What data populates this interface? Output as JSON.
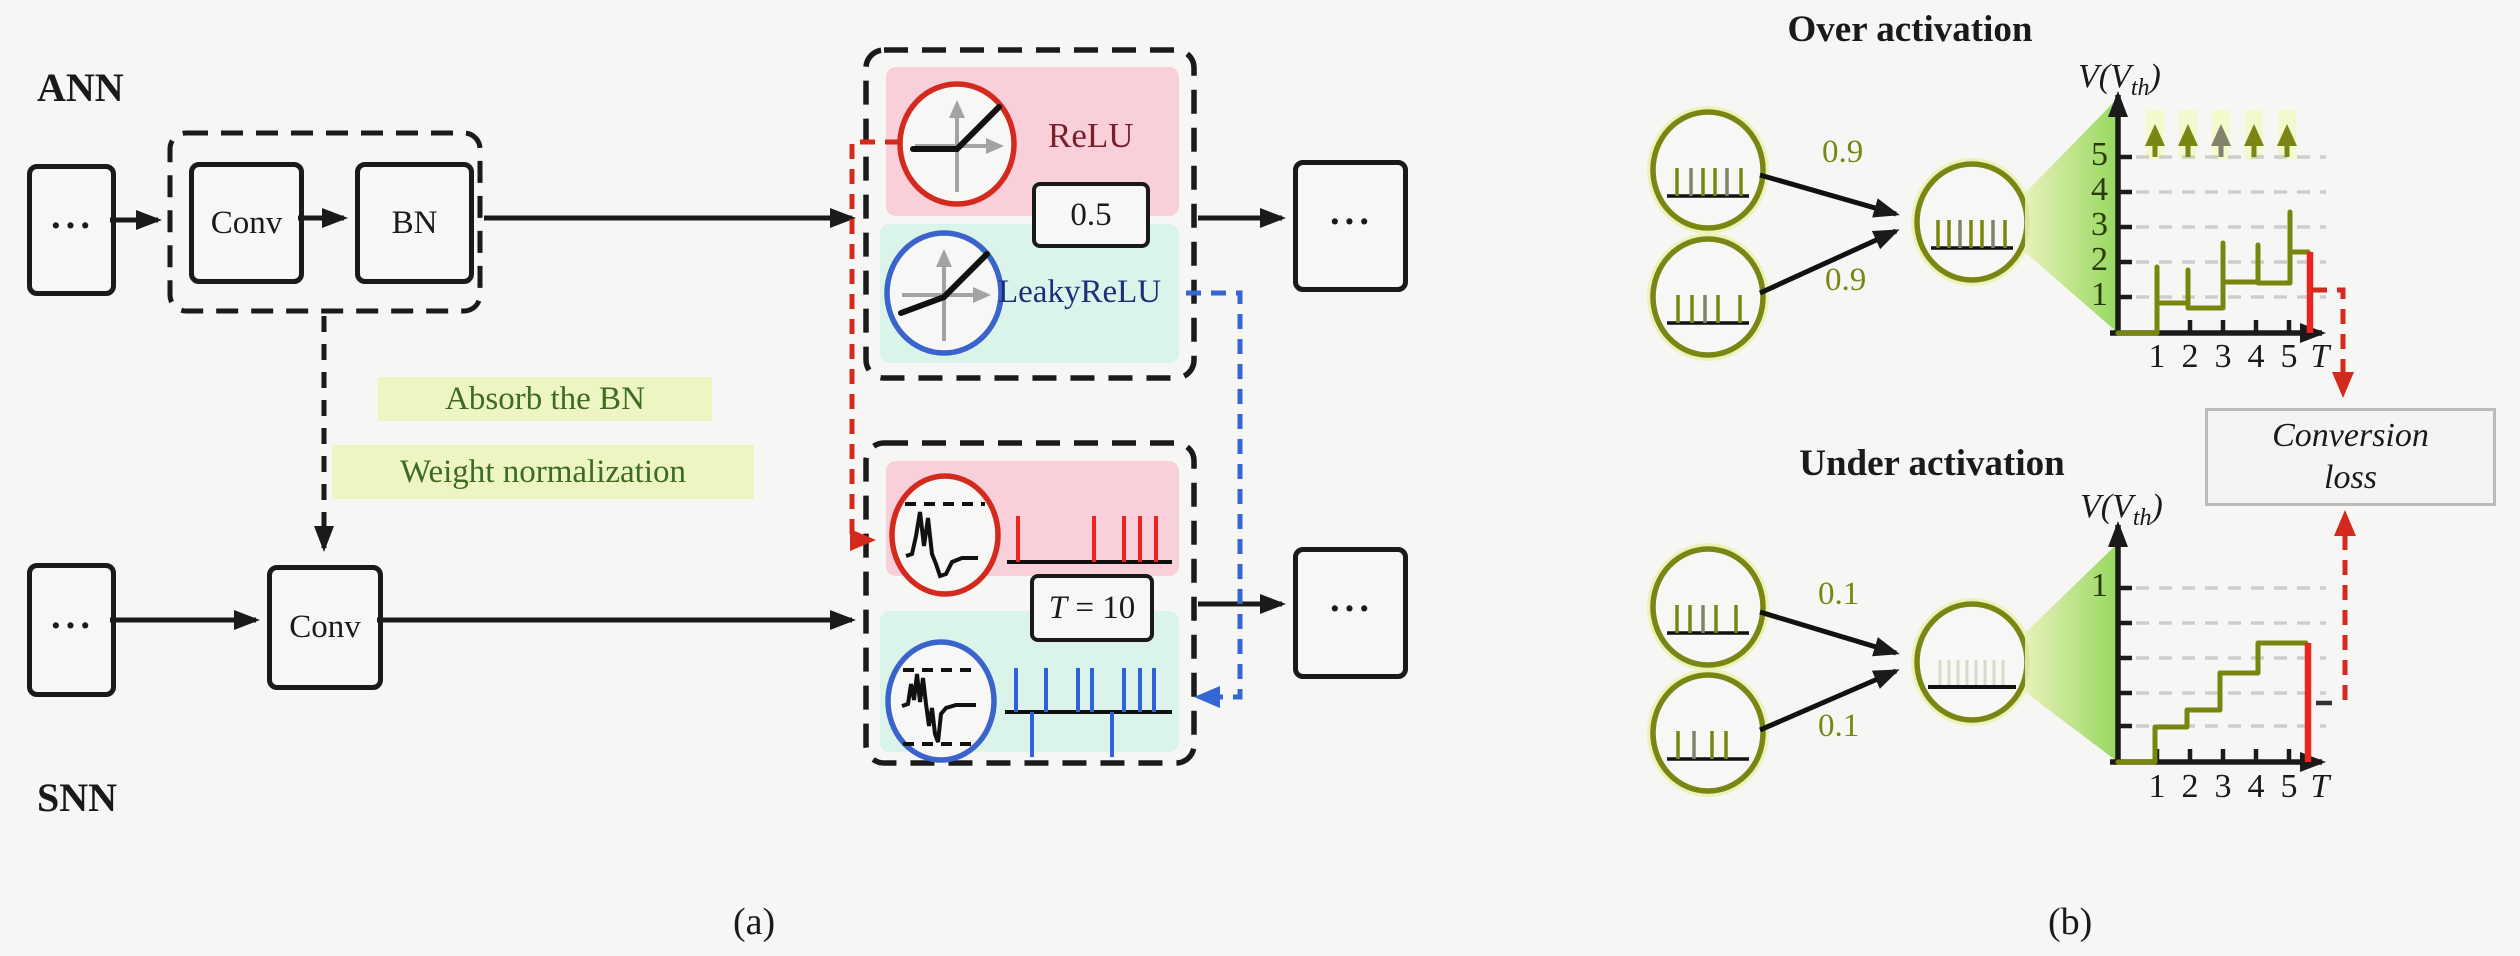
{
  "colors": {
    "accent_red": "#d42a1e",
    "accent_blue": "#3566d4",
    "olive": "#7a8614",
    "pink_box": "#f9cfd9",
    "mint_box": "#daf4ea",
    "green_highlight": "#edf5c3",
    "relu_text": "#7a1f2b",
    "leaky_text": "#1b2f7a",
    "annotation_green": "#3e6b1f"
  },
  "panel_a": {
    "ann_label": "ANN",
    "snn_label": "SNN",
    "dots": "···",
    "conv_label": "Conv",
    "bn_label": "BN",
    "snn_conv_label": "Conv",
    "relu_label": "ReLU",
    "leakyrelu_label": "LeakyReLU",
    "threshold_value": "0.5",
    "timestep_var": "T",
    "timestep_rest": " = 10",
    "absorb_label": "Absorb the BN",
    "weightnorm_label": "Weight normalization",
    "caption": "(a)"
  },
  "panel_b": {
    "over_title": "Over activation",
    "under_title": "Under activation",
    "over_weights": [
      "0.9",
      "0.9"
    ],
    "under_weights": [
      "0.1",
      "0.1"
    ],
    "v_axis_main": "V(V",
    "v_axis_sub": "th",
    "v_axis_close": ")",
    "over_yticks": [
      "5",
      "4",
      "3",
      "2",
      "1"
    ],
    "xticks": [
      "1",
      "2",
      "3",
      "4",
      "5"
    ],
    "t_label": "T",
    "under_ytick": "1",
    "conversion_loss": [
      "Conversion",
      "loss"
    ],
    "caption": "(b)"
  },
  "chart_data": [
    {
      "type": "line",
      "title": "Over activation: membrane potential staircase",
      "xlabel": "T",
      "ylabel": "V(V_th)",
      "x": [
        1,
        2,
        3,
        4,
        5
      ],
      "peak_values": [
        1.9,
        1.8,
        2.5,
        2.5,
        3.4
      ],
      "post_spike_values": [
        0.85,
        0.7,
        1.45,
        1.4,
        2.3
      ],
      "output_spikes_at": [
        1,
        2,
        3,
        4,
        5
      ],
      "input_weight_per_synapse": 0.9,
      "ylim": [
        0,
        5.5
      ],
      "grid": true,
      "legend_position": "none"
    },
    {
      "type": "line",
      "title": "Under activation: membrane potential staircase",
      "xlabel": "T",
      "ylabel": "V(V_th)",
      "x": [
        1,
        2,
        3,
        4,
        5
      ],
      "values": [
        0.2,
        0.3,
        0.5,
        0.67,
        0.67
      ],
      "output_spikes_at": [],
      "input_weight_per_synapse": 0.1,
      "ylim": [
        0,
        1.4
      ],
      "grid": true,
      "legend_position": "none"
    }
  ]
}
